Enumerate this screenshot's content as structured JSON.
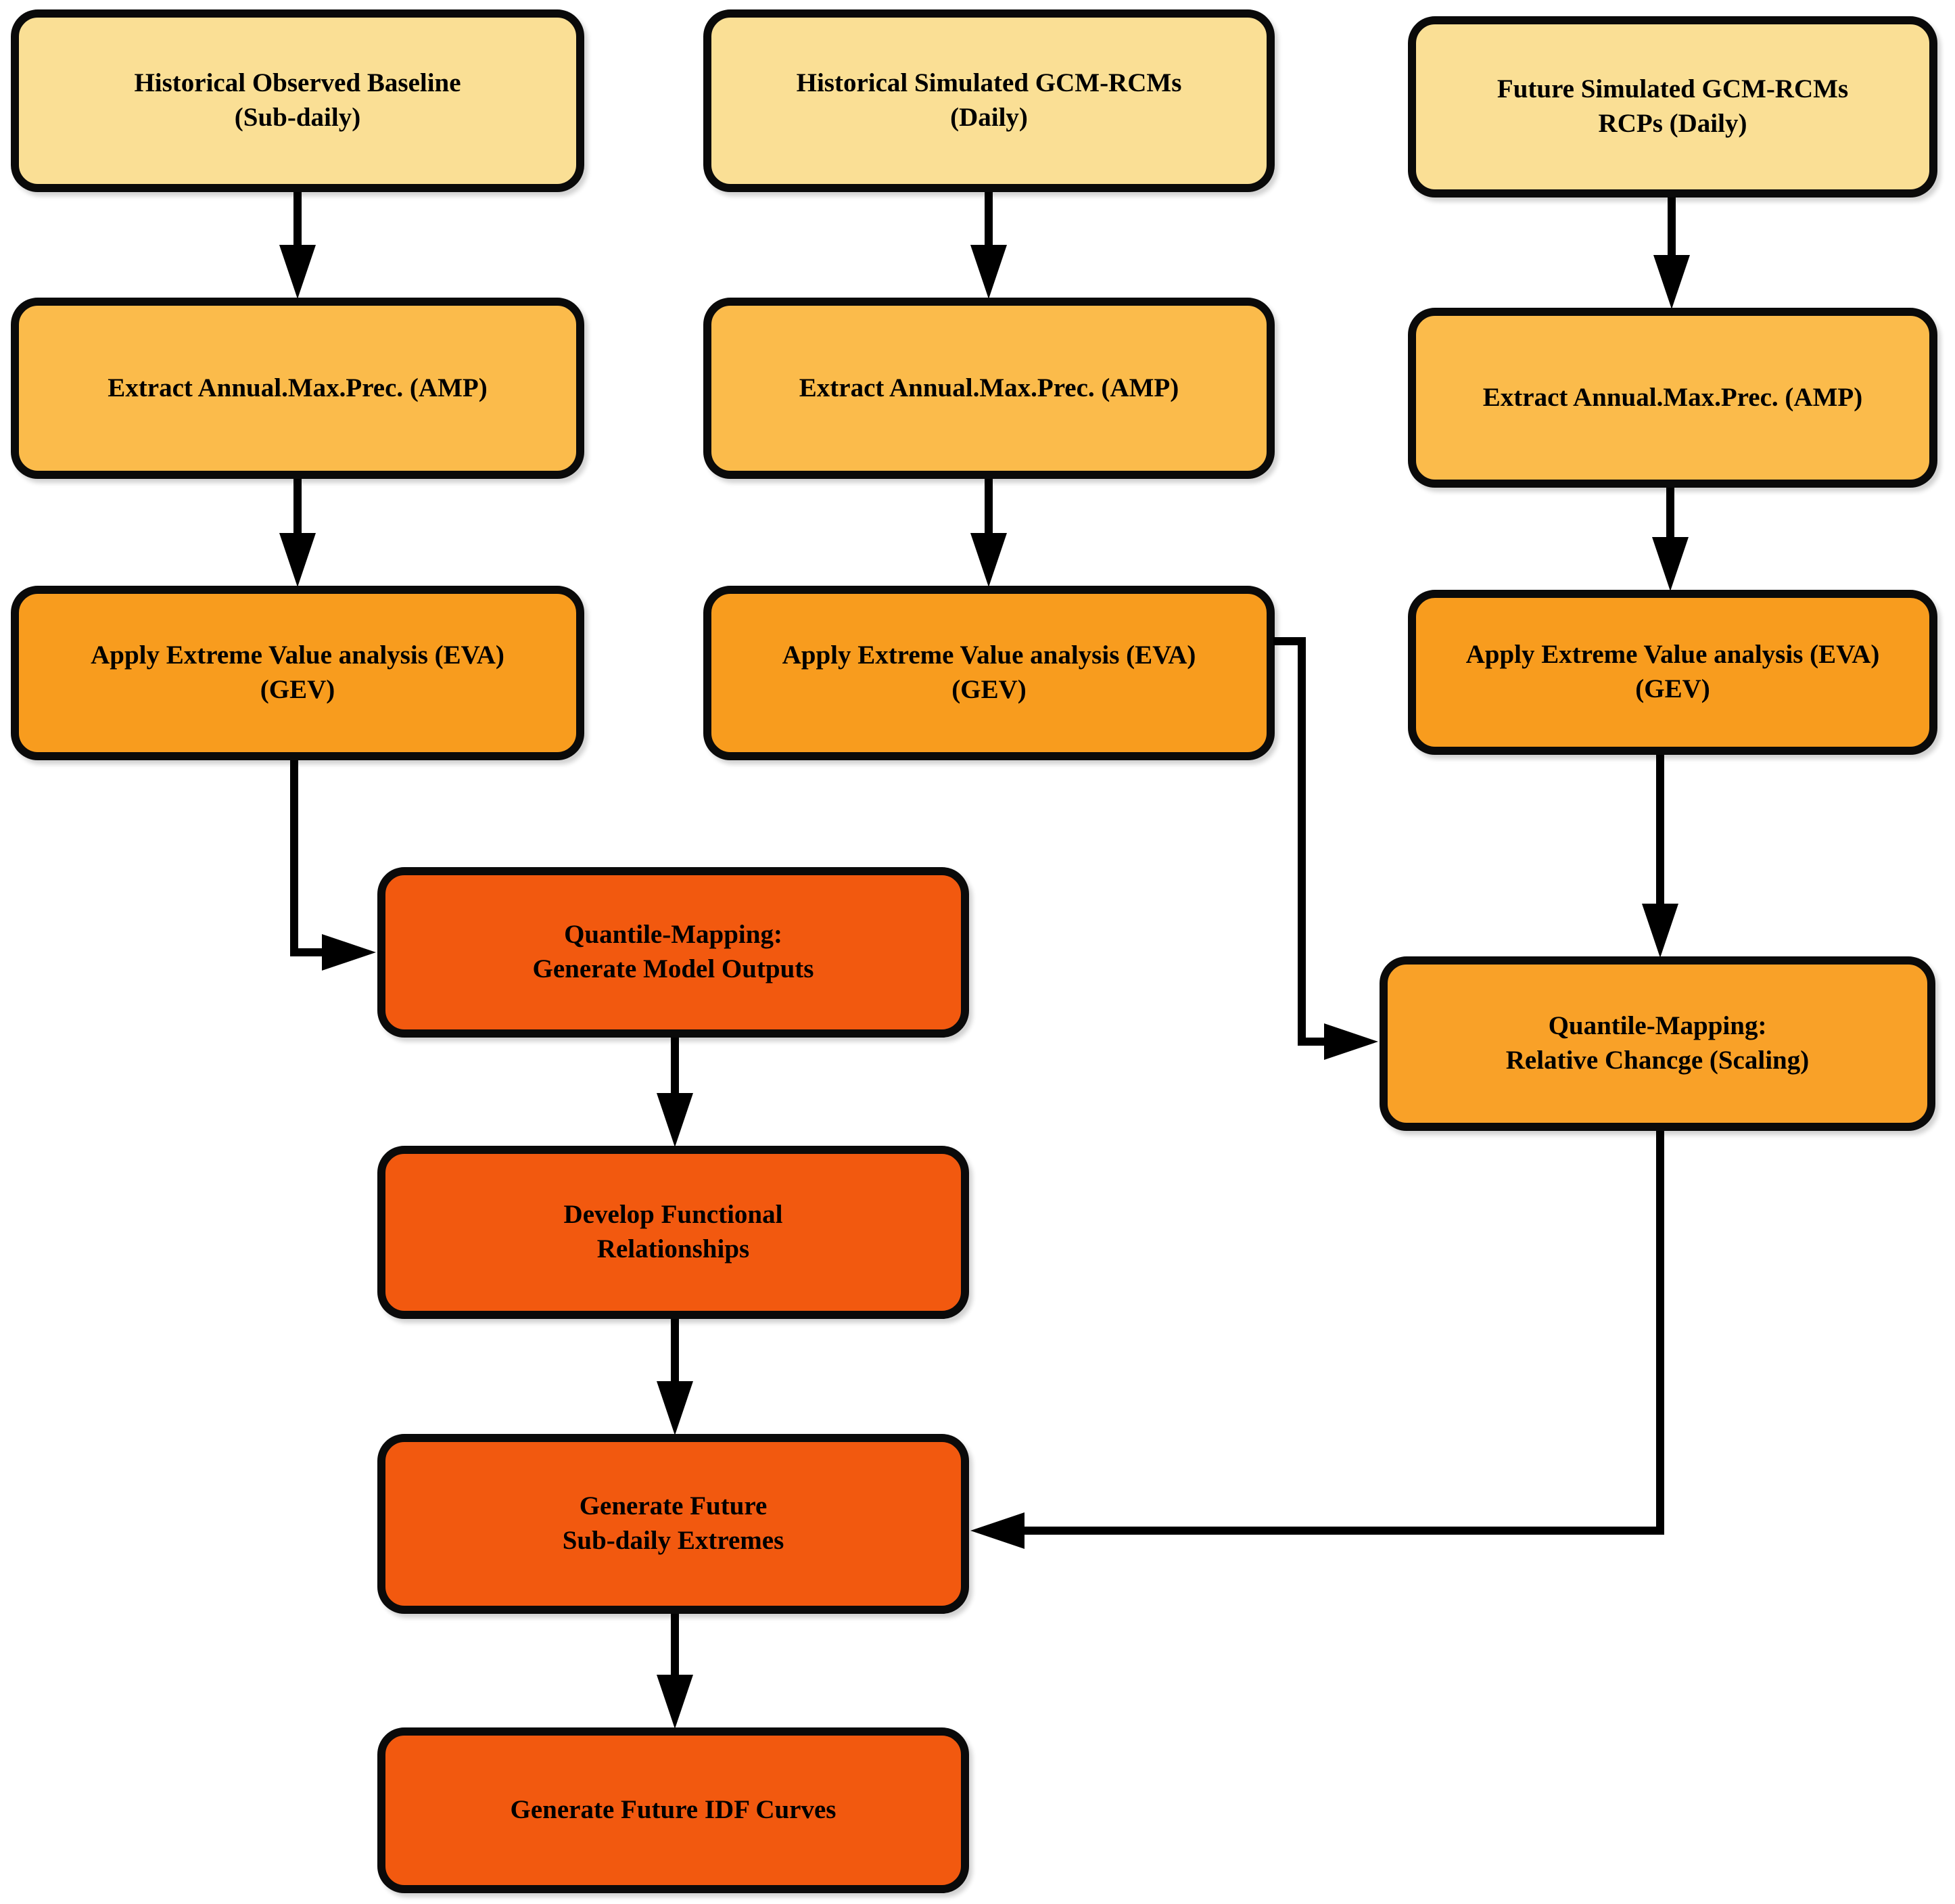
{
  "diagram": {
    "title": "Future IDF curves generation methodology flowchart",
    "type": "flowchart"
  },
  "colors": {
    "level1_input": "#FADF95",
    "level2_extract": "#FBBB4B",
    "level3_eva": "#F89C1E",
    "level3_scaling": "#F9A128",
    "level4_core": "#F2590F",
    "connector": "#000000",
    "background": "#FFFFFF",
    "text": "#000000"
  },
  "nodes": {
    "obs": {
      "line1": "Historical Observed Baseline",
      "line2": "(Sub-daily)"
    },
    "hist_sim": {
      "line1": "Historical Simulated GCM-RCMs",
      "line2": "(Daily)"
    },
    "fut_sim": {
      "line1": "Future Simulated GCM-RCMs",
      "line2": "RCPs (Daily)"
    },
    "amp_obs": {
      "line1": "Extract Annual.Max.Prec. (AMP)"
    },
    "amp_hist": {
      "line1": "Extract Annual.Max.Prec. (AMP)"
    },
    "amp_fut": {
      "line1": "Extract Annual.Max.Prec. (AMP)"
    },
    "eva_obs": {
      "line1": "Apply Extreme Value analysis (EVA)",
      "line2": "(GEV)"
    },
    "eva_hist": {
      "line1": "Apply Extreme Value analysis (EVA)",
      "line2": "(GEV)"
    },
    "eva_fut": {
      "line1": "Apply Extreme Value analysis (EVA)",
      "line2": "(GEV)"
    },
    "qm_outputs": {
      "line1": "Quantile-Mapping:",
      "line2": "Generate Model Outputs"
    },
    "qm_scaling": {
      "line1": "Quantile-Mapping:",
      "line2": "Relative Chancge (Scaling)"
    },
    "dev_func": {
      "line1": "Develop Functional",
      "line2": "Relationships"
    },
    "gen_subdaily": {
      "line1": "Generate Future",
      "line2": "Sub-daily Extremes"
    },
    "gen_idf": {
      "line1": "Generate Future IDF Curves"
    }
  }
}
